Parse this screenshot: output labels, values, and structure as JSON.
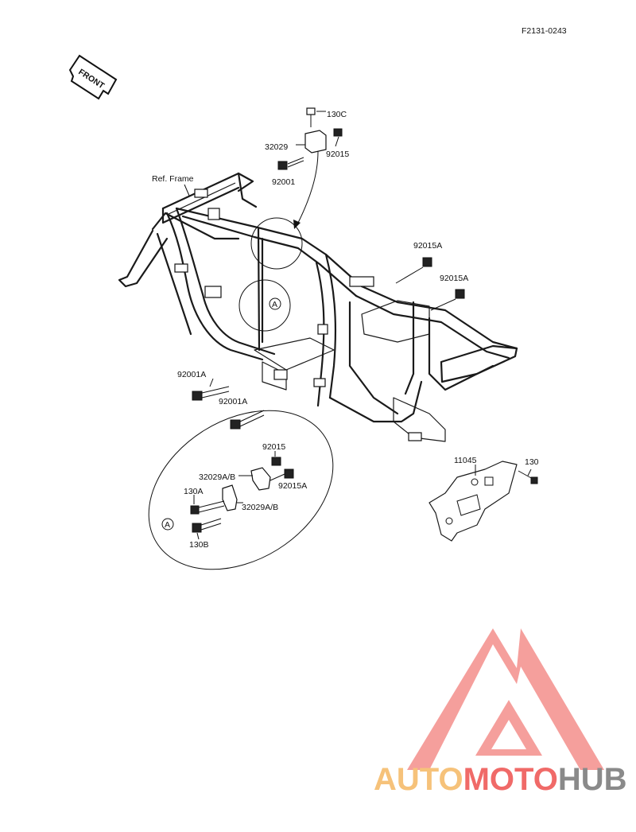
{
  "diagram_code": "F2131-0243",
  "front_label": "FRONT",
  "ref_frame_label": "Ref. Frame",
  "detail_marker": "A",
  "callouts": {
    "p130C": "130C",
    "p32029": "32029",
    "p92015_top": "92015",
    "p92001": "92001",
    "p92015A_1": "92015A",
    "p92015A_2": "92015A",
    "p92001A_1": "92001A",
    "p92001A_2": "92001A",
    "p11045": "11045",
    "p130": "130",
    "d92015": "92015",
    "d32029AB_1": "32029A/B",
    "d130A": "130A",
    "d92015A": "92015A",
    "d32029AB_2": "32029A/B",
    "d130B": "130B"
  },
  "watermark": {
    "part1": "AUTO",
    "part2": "MOTO",
    "part3": "HUB",
    "colors": {
      "light": "#f6c27a",
      "red": "#f06a68",
      "gray": "#8a8a8a"
    }
  }
}
